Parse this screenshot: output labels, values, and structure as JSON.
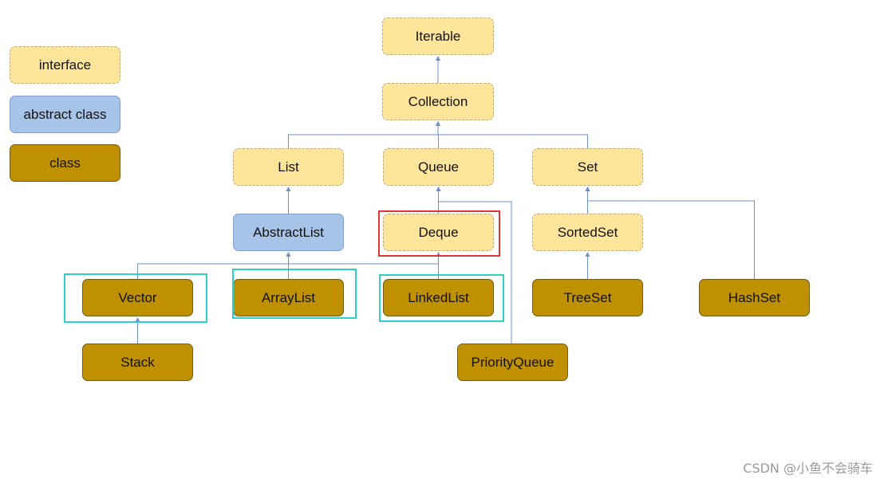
{
  "legend": {
    "interface": "interface",
    "abstract": "abstract class",
    "class": "class"
  },
  "colors": {
    "interface_fill": "#ffe59a",
    "abstract_fill": "#a6c3e8",
    "class_fill": "#bf9000",
    "connector": "#6f8fc7",
    "highlight_red": "#e03333",
    "highlight_cyan": "#2fd0cc"
  },
  "nodes": {
    "iterable": {
      "label": "Iterable",
      "kind": "interface"
    },
    "collection": {
      "label": "Collection",
      "kind": "interface"
    },
    "list": {
      "label": "List",
      "kind": "interface"
    },
    "queue": {
      "label": "Queue",
      "kind": "interface"
    },
    "set": {
      "label": "Set",
      "kind": "interface"
    },
    "abstractlist": {
      "label": "AbstractList",
      "kind": "abstract"
    },
    "deque": {
      "label": "Deque",
      "kind": "interface"
    },
    "sortedset": {
      "label": "SortedSet",
      "kind": "interface"
    },
    "vector": {
      "label": "Vector",
      "kind": "class"
    },
    "arraylist": {
      "label": "ArrayList",
      "kind": "class"
    },
    "linkedlist": {
      "label": "LinkedList",
      "kind": "class"
    },
    "treeset": {
      "label": "TreeSet",
      "kind": "class"
    },
    "hashset": {
      "label": "HashSet",
      "kind": "class"
    },
    "stack": {
      "label": "Stack",
      "kind": "class"
    },
    "priorityqueue": {
      "label": "PriorityQueue",
      "kind": "class"
    }
  },
  "edges": [
    {
      "from": "collection",
      "to": "iterable"
    },
    {
      "from": "list",
      "to": "collection"
    },
    {
      "from": "queue",
      "to": "collection"
    },
    {
      "from": "set",
      "to": "collection"
    },
    {
      "from": "abstractlist",
      "to": "list"
    },
    {
      "from": "deque",
      "to": "queue"
    },
    {
      "from": "priorityqueue",
      "to": "queue"
    },
    {
      "from": "sortedset",
      "to": "set"
    },
    {
      "from": "hashset",
      "to": "set"
    },
    {
      "from": "vector",
      "to": "abstractlist"
    },
    {
      "from": "arraylist",
      "to": "abstractlist"
    },
    {
      "from": "linkedlist",
      "to": "abstractlist"
    },
    {
      "from": "linkedlist",
      "to": "deque"
    },
    {
      "from": "treeset",
      "to": "sortedset"
    },
    {
      "from": "stack",
      "to": "vector"
    }
  ],
  "highlights": [
    {
      "target": "deque",
      "color": "red"
    },
    {
      "target": "vector",
      "color": "cyan"
    },
    {
      "target": "arraylist",
      "color": "cyan"
    },
    {
      "target": "linkedlist",
      "color": "cyan"
    }
  ],
  "watermark": "CSDN @小鱼不会骑车"
}
